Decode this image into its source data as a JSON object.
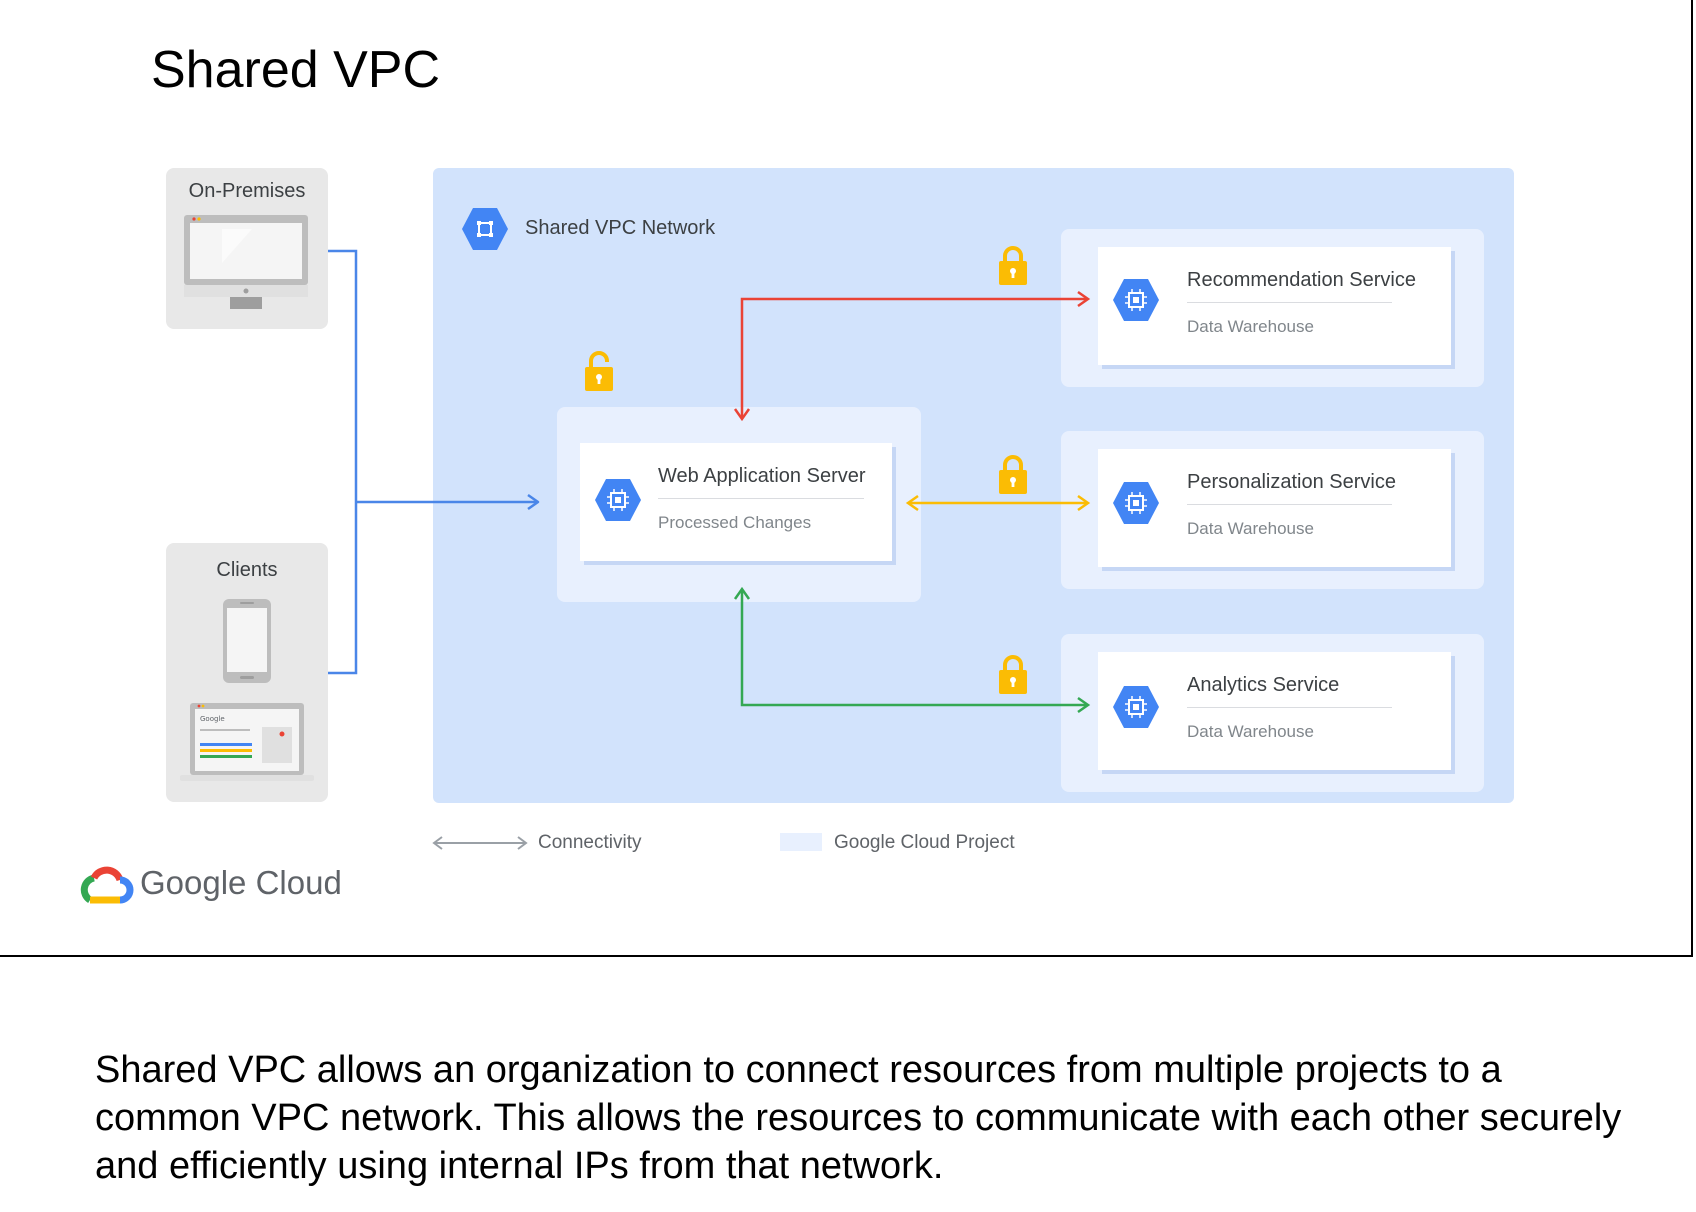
{
  "slide": {
    "title": "Shared VPC"
  },
  "panels": {
    "on_premises": "On-Premises",
    "clients": "Clients"
  },
  "network": {
    "label": "Shared VPC Network"
  },
  "services": {
    "web": {
      "title": "Web Application Server",
      "subtitle": "Processed Changes"
    },
    "recommendation": {
      "title": "Recommendation Service",
      "subtitle": "Data Warehouse"
    },
    "personalization": {
      "title": "Personalization Service",
      "subtitle": "Data Warehouse"
    },
    "analytics": {
      "title": "Analytics Service",
      "subtitle": "Data Warehouse"
    }
  },
  "legend": {
    "connectivity": "Connectivity",
    "project": "Google Cloud Project"
  },
  "branding": {
    "logo_text": "Google Cloud"
  },
  "caption": "Shared VPC allows an organization to connect resources from multiple projects to a common VPC network. This allows the resources to communicate with each other securely and efficiently using internal IPs from that network.",
  "colors": {
    "blue_link": "#4a86e8",
    "red_link": "#ea4335",
    "yellow_link": "#fbbc04",
    "green_link": "#34a853",
    "lock": "#fbbc04",
    "vpc_bg": "#d2e3fc",
    "project_bg": "#e8f0fe",
    "hex_icon": "#4285f4"
  },
  "icons": {
    "network": "shared-vpc-network-icon",
    "compute": "compute-engine-icon",
    "lock_closed": "lock-closed-icon",
    "lock_open": "lock-open-icon",
    "desktop": "desktop-monitor-icon",
    "phone": "mobile-phone-icon",
    "laptop": "laptop-icon",
    "logo": "google-cloud-logo-icon"
  }
}
